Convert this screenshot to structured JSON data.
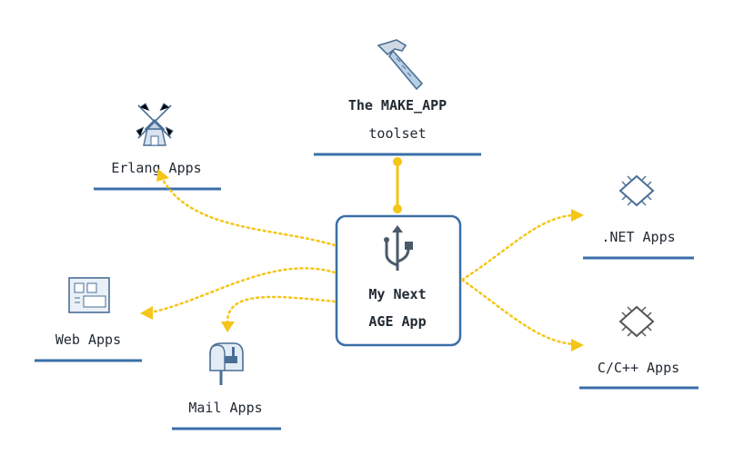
{
  "center": {
    "line1": "My Next",
    "line2": "AGE App"
  },
  "toolset": {
    "line1": "The MAKE_APP",
    "line2": "toolset"
  },
  "nodes": {
    "erlang": "Erlang Apps",
    "web": "Web Apps",
    "mail": "Mail Apps",
    "dotnet": ".NET Apps",
    "cpp": "C/C++ Apps"
  },
  "colors": {
    "accent": "#f5c518",
    "underline": "#3a6fa8",
    "box_border": "#3a6fa8",
    "text": "#222a33",
    "icon": "#4a6f96"
  },
  "icons": {
    "center": "usb-trident-icon",
    "toolset": "hammer-icon",
    "erlang": "windmill-icon",
    "web": "web-page-icon",
    "mail": "mailbox-icon",
    "dotnet": "puzzle-piece-icon",
    "cpp": "puzzle-piece-icon"
  }
}
